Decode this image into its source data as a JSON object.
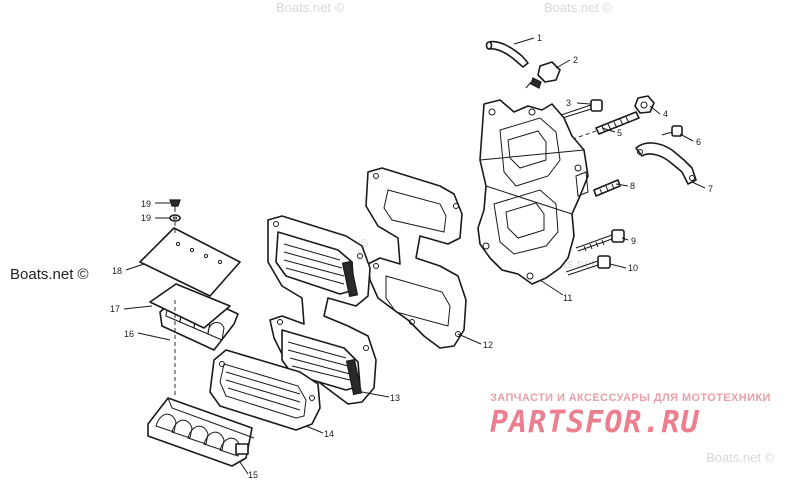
{
  "watermarks": {
    "main": "Boats.net ©",
    "faint": "Boats.net ©"
  },
  "branding": {
    "subtitle": "ЗАПЧАСТИ И АКСЕССУАРЫ ДЛЯ МОТОТЕХНИКИ",
    "logo": "PARTSFOR.RU",
    "logo_color": "#ec7f8f",
    "subtitle_color": "#e8a0a8"
  },
  "callouts": [
    "1",
    "2",
    "3",
    "4",
    "5",
    "6",
    "7",
    "8",
    "9",
    "10",
    "11",
    "12",
    "13",
    "14",
    "15",
    "16",
    "17",
    "18",
    "19",
    "19"
  ]
}
